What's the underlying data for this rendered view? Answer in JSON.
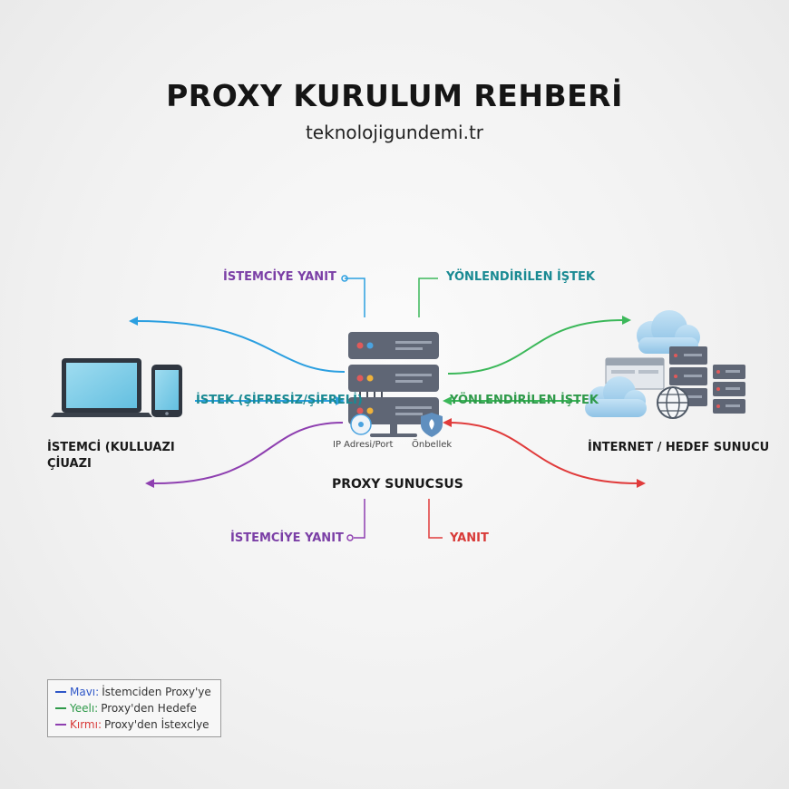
{
  "header": {
    "title": "PROXY KURULUM REHBERİ",
    "subtitle": "teknolojigundemi.tr"
  },
  "nodes": {
    "client": {
      "label_line1": "İSTEMCİ (KULLUAZI",
      "label_line2": "ÇİUAZI"
    },
    "proxy": {
      "label": "PROXY SUNUCSUS",
      "ip_label": "IP Adresi/Port",
      "cache_label": "Önbellek"
    },
    "internet": {
      "label": "İNTERNET / HEDEF SUNUCU"
    }
  },
  "flows": {
    "top_left": "İSTEMCİYE YANIT",
    "top_right": "YÖNLENDİRİLEN İŞTEK",
    "mid_left": "İSTEK (ŞİFRESİZ/ŞİFRELİ)",
    "mid_right": "YÖNLENDİRİLEN İŞTEK",
    "bottom_left": "İSTEMCİYE YANIT",
    "bottom_right": "YANIT"
  },
  "legend": {
    "items": [
      {
        "key": "Mavı:",
        "desc": "İstemciden Proxy'ye",
        "color": "#2f57c8"
      },
      {
        "key": "Yeelı:",
        "desc": "Proxy'den Hedefe",
        "color": "#2f9a4a"
      },
      {
        "key": "Kırmı:",
        "desc": "Proxy'den İstexclye",
        "color": "#8e3fb0"
      }
    ]
  },
  "colors": {
    "blue": "#2b9fe0",
    "teal": "#1a8a93",
    "green": "#3cb85a",
    "purple": "#8e3fb0",
    "red": "#e03b3b",
    "server": "#5f6675"
  }
}
